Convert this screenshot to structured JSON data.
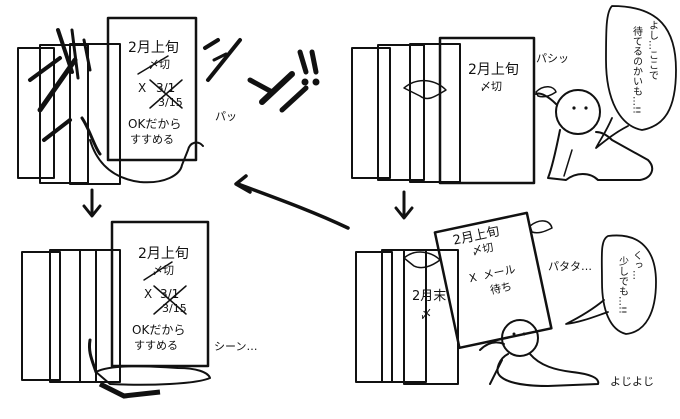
{
  "panel_top_left": {
    "board": {
      "line1": "2月上旬",
      "line2": "〆切",
      "line3": "X",
      "line4": "3/1",
      "line5": "3/15",
      "line6": "OKだから",
      "line7": "すすめる"
    },
    "sfx": "パッ"
  },
  "panel_top_right": {
    "board": {
      "line1": "2月上旬",
      "line2": "〆切"
    },
    "sfx": "パシッ",
    "speech": {
      "col1": "よし…ここで",
      "col2": "待てるのかいも…!!"
    }
  },
  "panel_bottom_left": {
    "board": {
      "line1": "2月上旬",
      "line2": "〆切",
      "line3": "X",
      "line4": "3/1",
      "line5": "3/15",
      "line6": "OKだから",
      "line7": "すすめる"
    },
    "sfx": "シーン…"
  },
  "panel_bottom_right": {
    "board_front": {
      "line1": "2月上旬",
      "line2": "〆切",
      "line3": "X",
      "line4": "メール",
      "line5": "待ち"
    },
    "board_back": {
      "line1": "2月末",
      "line2": "〆"
    },
    "sfx_flap": "パタタ…",
    "speech": {
      "col1": "くっ…",
      "col2": "少しでも…!!"
    },
    "sfx_struggle": "よじよじ"
  },
  "exclaim": "!!"
}
